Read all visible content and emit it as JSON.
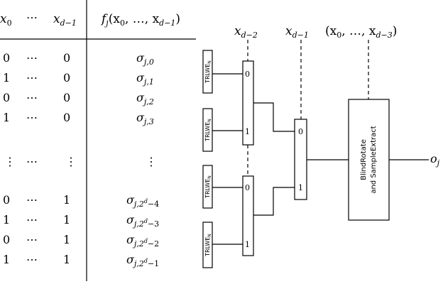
{
  "table": {
    "headers": {
      "x0": "x",
      "x0_sub": "0",
      "dots": "⋯",
      "xd1": "x",
      "xd1_sub": "d−1",
      "f": "f",
      "f_sub": "j",
      "f_args": "(x",
      "f_args_sub0": "0",
      "f_args_mid": ", …, x",
      "f_args_subd": "d−1",
      "f_args_close": ")"
    },
    "rows": [
      {
        "x0": "0",
        "dots": "⋯",
        "xd1": "0",
        "sigma": "σ",
        "sub": "j,0",
        "sup": ""
      },
      {
        "x0": "1",
        "dots": "⋯",
        "xd1": "0",
        "sigma": "σ",
        "sub": "j,1",
        "sup": ""
      },
      {
        "x0": "0",
        "dots": "⋯",
        "xd1": "0",
        "sigma": "σ",
        "sub": "j,2",
        "sup": ""
      },
      {
        "x0": "1",
        "dots": "⋯",
        "xd1": "0",
        "sigma": "σ",
        "sub": "j,3",
        "sup": ""
      },
      {
        "x0": "⋮",
        "dots": "⋯",
        "xd1": "⋮",
        "sigma": "⋮",
        "sub": "",
        "sup": ""
      },
      {
        "x0": "0",
        "dots": "⋯",
        "xd1": "1",
        "sigma": "σ",
        "sub": "j,2",
        "sup": "d",
        "tail": "−4"
      },
      {
        "x0": "1",
        "dots": "⋯",
        "xd1": "1",
        "sigma": "σ",
        "sub": "j,2",
        "sup": "d",
        "tail": "−3"
      },
      {
        "x0": "0",
        "dots": "⋯",
        "xd1": "1",
        "sigma": "σ",
        "sub": "j,2",
        "sup": "d",
        "tail": "−2"
      },
      {
        "x0": "1",
        "dots": "⋯",
        "xd1": "1",
        "sigma": "σ",
        "sub": "j,2",
        "sup": "d",
        "tail": "−1"
      }
    ]
  },
  "circuit": {
    "trlwe_label": "TRLWE",
    "trlwe_sub": "N",
    "top_labels": {
      "xd2": "x",
      "xd2_sub": "d−2",
      "xd1": "x",
      "xd1_sub": "d−1",
      "rest_open": "(x",
      "rest_sub0": "0",
      "rest_mid": ", …, x",
      "rest_subd": "d−3",
      "rest_close": ")"
    },
    "mux_port_0": "0",
    "mux_port_1": "1",
    "blind_rotate_line1": "BlindRotate",
    "blind_rotate_line2": "and SampleExtract",
    "output": "o",
    "output_sub": "j"
  }
}
